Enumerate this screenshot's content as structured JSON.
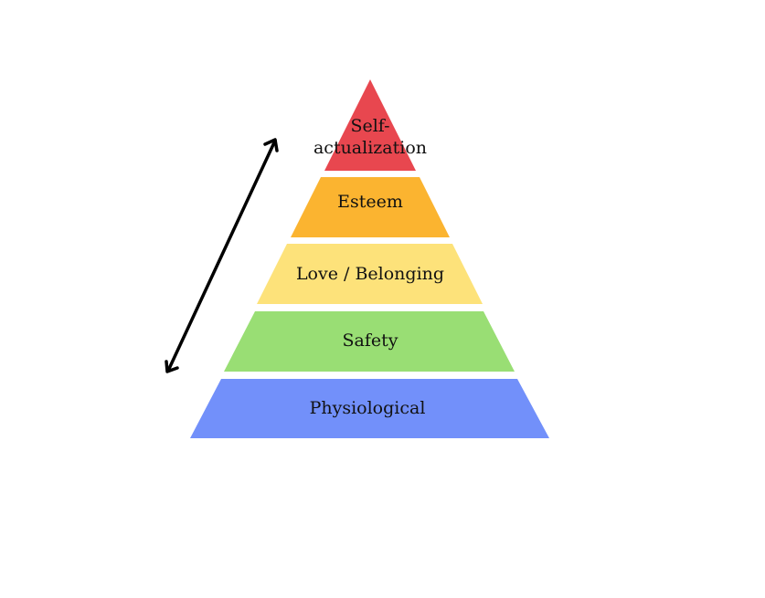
{
  "levels": [
    {
      "label_line1": "Self-",
      "label_line2": "actualization",
      "color": "#e8474f"
    },
    {
      "label": "Esteem",
      "color": "#fbb430"
    },
    {
      "label": "Love / Belonging",
      "color": "#fde27a"
    },
    {
      "label": "Safety",
      "color": "#99de74"
    },
    {
      "label": "Physiological",
      "color": "#7290fa"
    }
  ],
  "arrow": {
    "icon": "double-headed-arrow-icon",
    "color": "#000000"
  }
}
